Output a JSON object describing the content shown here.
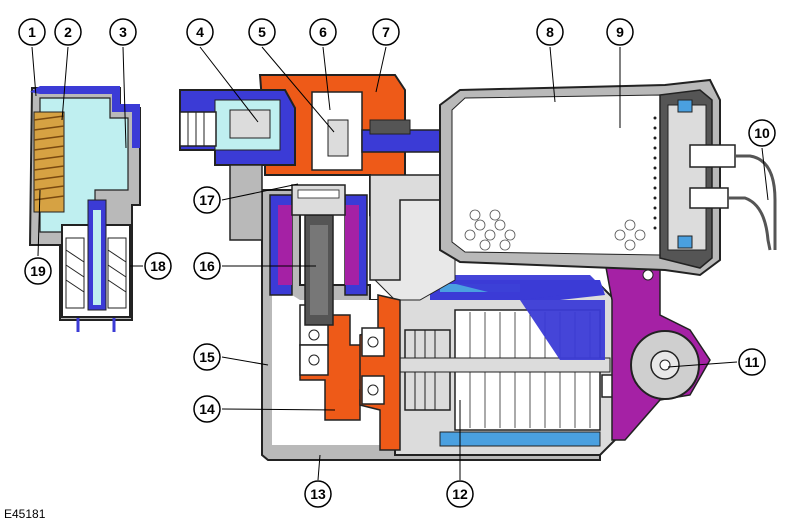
{
  "figure_ref": "E45181",
  "callouts": [
    "1",
    "2",
    "3",
    "4",
    "5",
    "6",
    "7",
    "8",
    "9",
    "10",
    "11",
    "12",
    "13",
    "14",
    "15",
    "16",
    "17",
    "18",
    "19"
  ],
  "colors": {
    "blue": "#3b3bd6",
    "cyan": "#bfeff0",
    "orange": "#ee5a18",
    "purple": "#a521a5",
    "grey": "#b9b9b9",
    "light_grey": "#dcdcdc",
    "white": "#ffffff",
    "dark": "#222222",
    "coil": "#d6a243"
  }
}
